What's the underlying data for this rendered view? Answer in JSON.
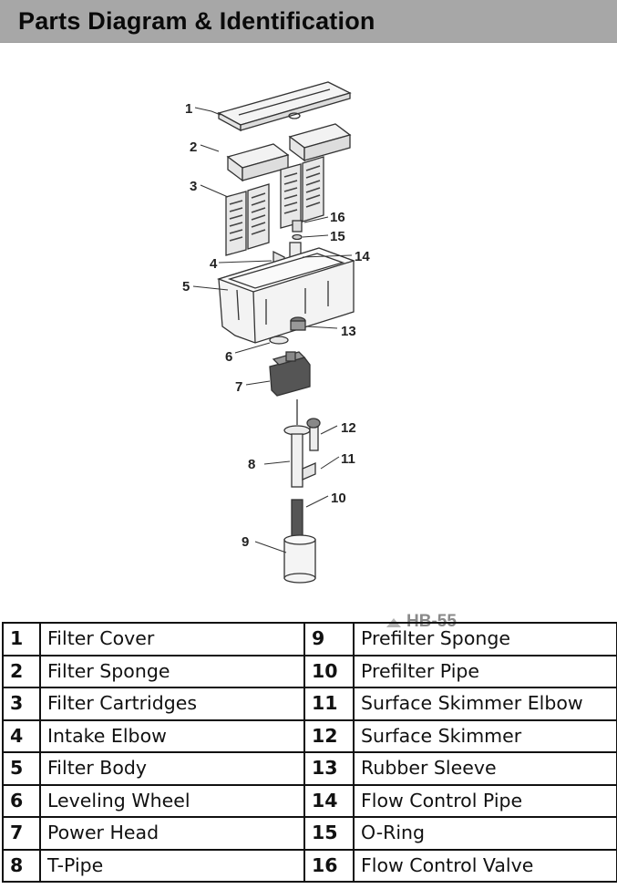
{
  "header": {
    "title": "Parts Diagram & Identification"
  },
  "diagram": {
    "model": "HB-55",
    "callouts": [
      "1",
      "2",
      "3",
      "4",
      "5",
      "6",
      "7",
      "8",
      "9",
      "10",
      "11",
      "12",
      "13",
      "14",
      "15",
      "16"
    ]
  },
  "parts_table": {
    "rows": [
      {
        "left_num": "1",
        "left_name": "Filter Cover",
        "right_num": "9",
        "right_name": "Prefilter Sponge"
      },
      {
        "left_num": "2",
        "left_name": "Filter Sponge",
        "right_num": "10",
        "right_name": "Prefilter Pipe"
      },
      {
        "left_num": "3",
        "left_name": "Filter Cartridges",
        "right_num": "11",
        "right_name": "Surface Skimmer Elbow"
      },
      {
        "left_num": "4",
        "left_name": "Intake Elbow",
        "right_num": "12",
        "right_name": "Surface Skimmer"
      },
      {
        "left_num": "5",
        "left_name": "Filter Body",
        "right_num": "13",
        "right_name": "Rubber Sleeve"
      },
      {
        "left_num": "6",
        "left_name": "Leveling Wheel",
        "right_num": "14",
        "right_name": "Flow Control Pipe"
      },
      {
        "left_num": "7",
        "left_name": "Power Head",
        "right_num": "15",
        "right_name": "O-Ring"
      },
      {
        "left_num": "8",
        "left_name": "T-Pipe",
        "right_num": "16",
        "right_name": "Flow Control Valve"
      }
    ]
  }
}
